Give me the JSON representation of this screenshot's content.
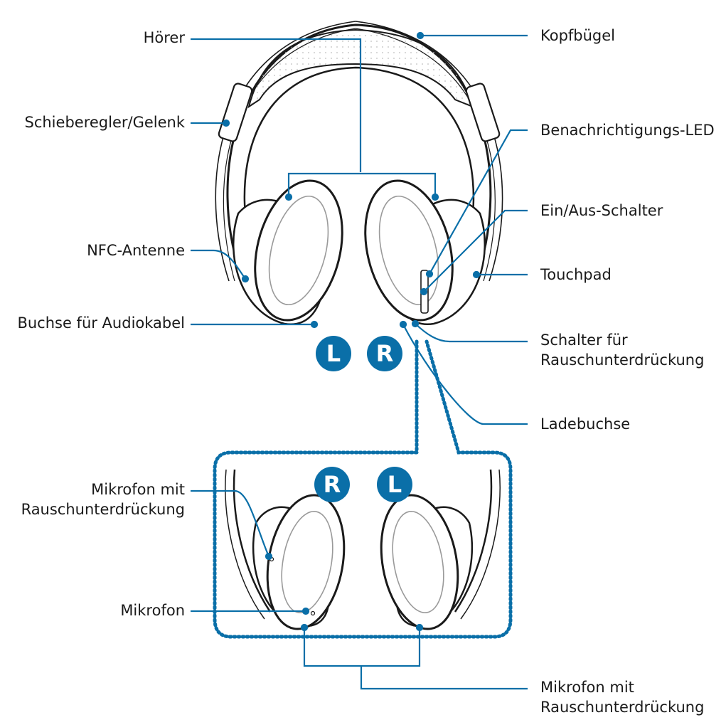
{
  "labels": {
    "hoerer": "Hörer",
    "kopfbuegel": "Kopfbügel",
    "schieberegler": "Schieberegler/Gelenk",
    "benachrichtigung": "Benachrichtigungs-LED",
    "ein_aus": "Ein/Aus-Schalter",
    "nfc": "NFC-Antenne",
    "touchpad": "Touchpad",
    "buchse_audio": "Buchse für Audiokabel",
    "schalter_rausch": "Schalter für\nRauschunterdrückung",
    "ladebuchse": "Ladebuchse",
    "mikro_rausch_left": "Mikrofon mit\nRauschunterdrückung",
    "mikrofon": "Mikrofon",
    "mikro_rausch_bottom": "Mikrofon mit\nRauschunterdrückung"
  },
  "badges": {
    "top_left": "L",
    "top_right": "R",
    "bottom_left": "R",
    "bottom_right": "L"
  },
  "colors": {
    "accent": "#0a6fa8",
    "line": "#1a1a1a"
  }
}
